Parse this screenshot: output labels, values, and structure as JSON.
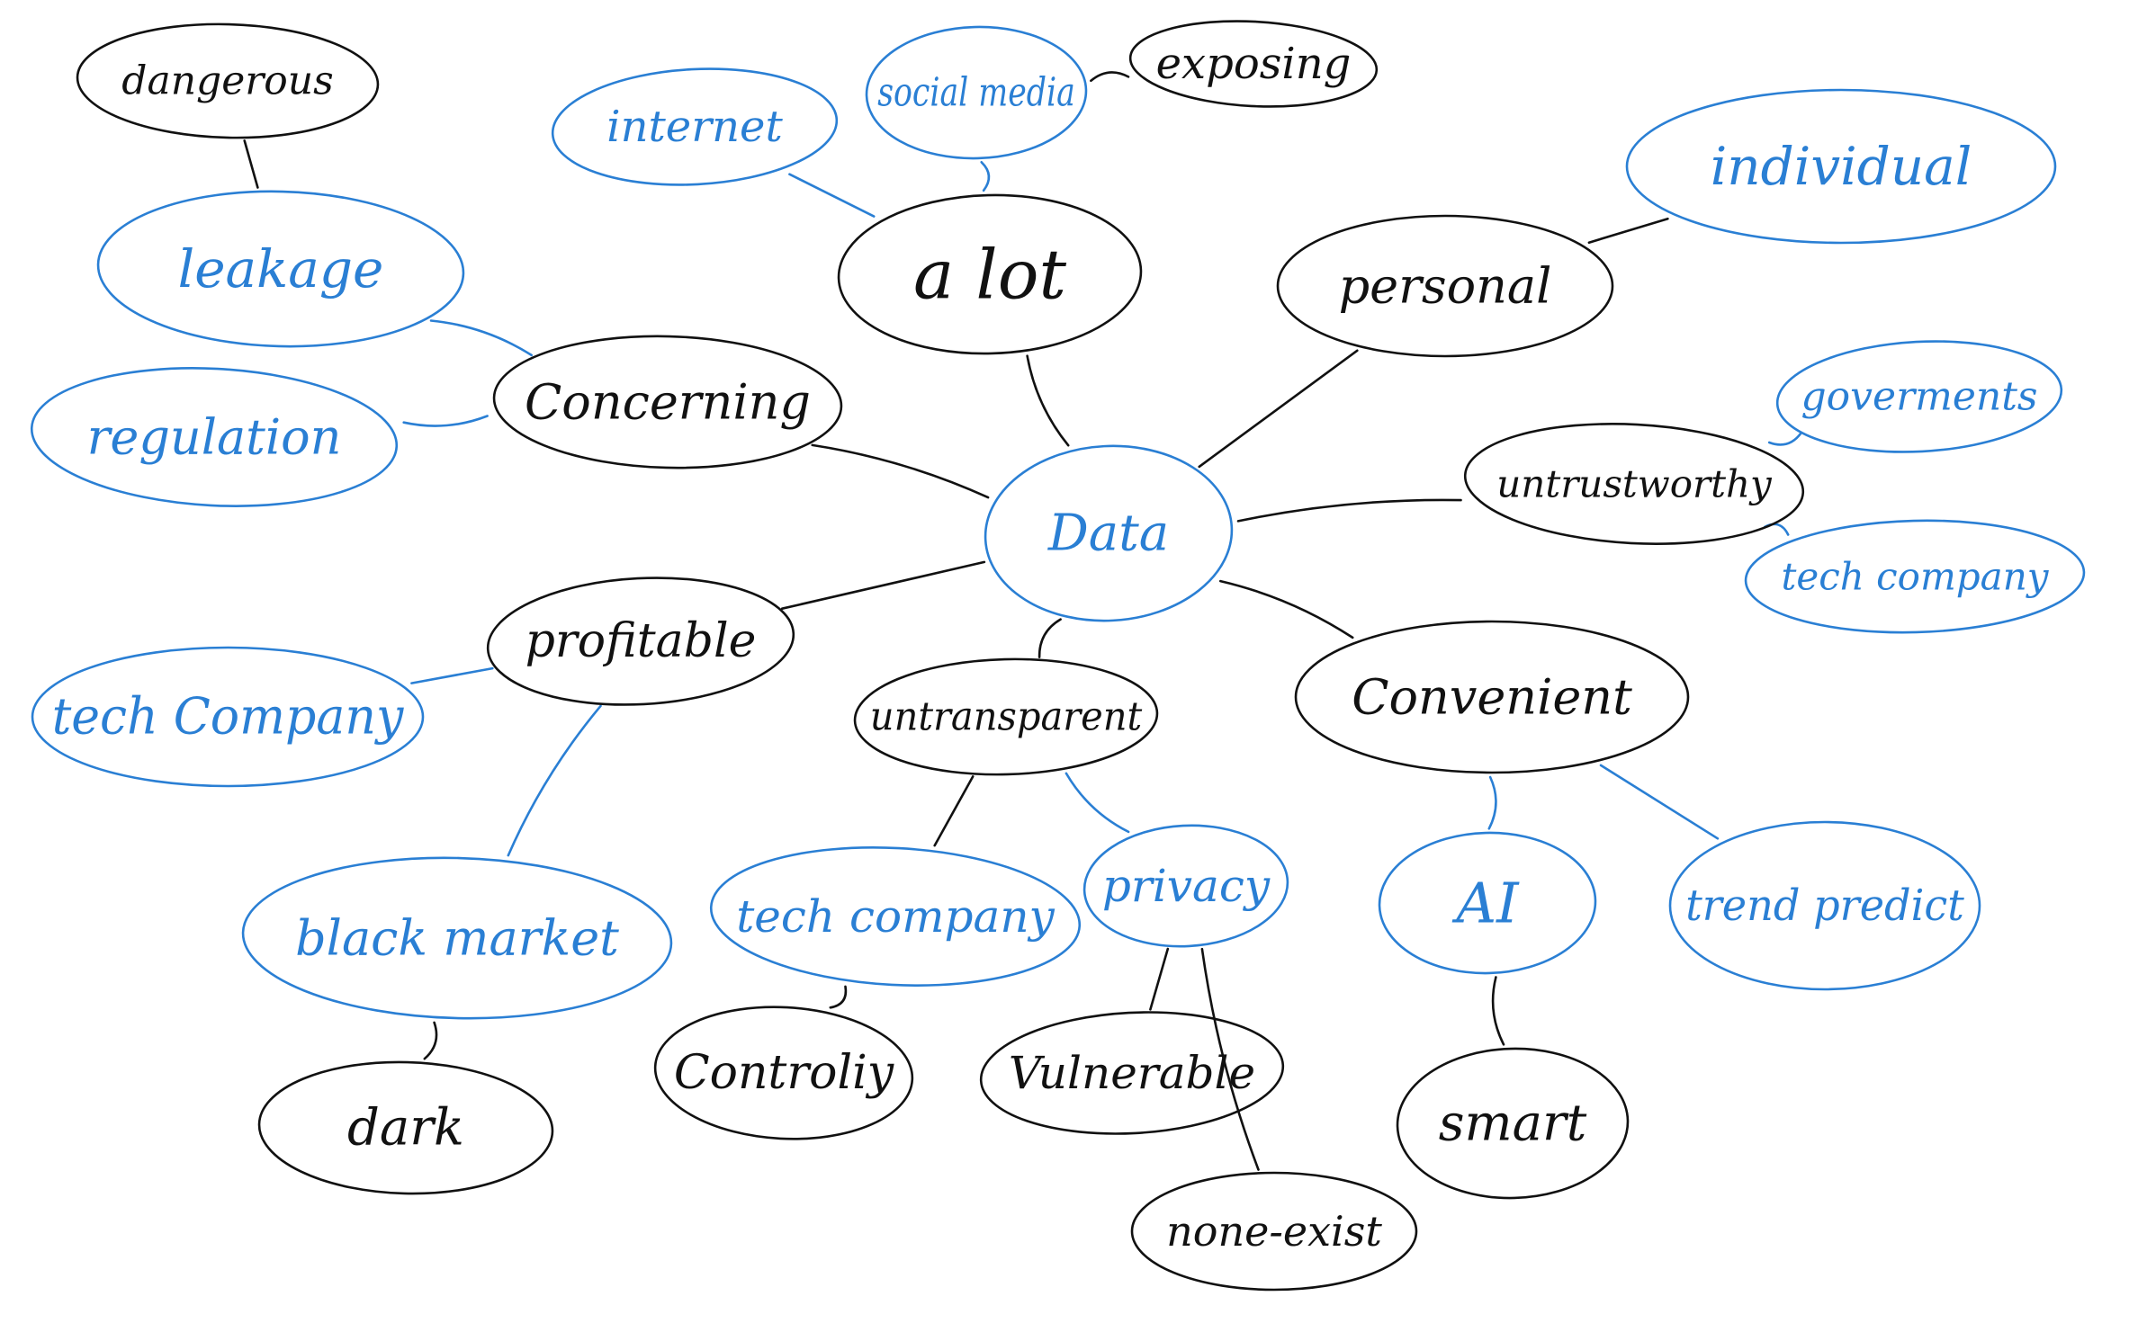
{
  "colors": {
    "black": "#111111",
    "blue": "#2a7fd4",
    "background": "#ffffff"
  },
  "nodes": [
    {
      "id": "data",
      "label": "Data",
      "color": "blue"
    },
    {
      "id": "a-lot",
      "label": "a lot",
      "color": "black"
    },
    {
      "id": "personal",
      "label": "personal",
      "color": "black"
    },
    {
      "id": "concerning",
      "label": "Concerning",
      "color": "black"
    },
    {
      "id": "untrustworthy",
      "label": "untrustworthy",
      "color": "black"
    },
    {
      "id": "profitable",
      "label": "profitable",
      "color": "black"
    },
    {
      "id": "untransparent",
      "label": "untransparent",
      "color": "black"
    },
    {
      "id": "convenient",
      "label": "Convenient",
      "color": "black"
    },
    {
      "id": "dangerous",
      "label": "dangerous",
      "color": "black"
    },
    {
      "id": "exposing",
      "label": "exposing",
      "color": "black"
    },
    {
      "id": "internet",
      "label": "internet",
      "color": "blue"
    },
    {
      "id": "social-media",
      "label": "social media",
      "color": "blue"
    },
    {
      "id": "individual",
      "label": "individual",
      "color": "blue"
    },
    {
      "id": "leakage",
      "label": "leakage",
      "color": "blue"
    },
    {
      "id": "regulation",
      "label": "regulation",
      "color": "blue"
    },
    {
      "id": "goverments",
      "label": "goverments",
      "color": "blue"
    },
    {
      "id": "tech-company-right",
      "label": "tech company",
      "color": "blue"
    },
    {
      "id": "tech-company-left",
      "label": "tech Company",
      "color": "blue"
    },
    {
      "id": "black-market",
      "label": "black market",
      "color": "blue"
    },
    {
      "id": "tech-company-center",
      "label": "tech company",
      "color": "blue"
    },
    {
      "id": "privacy",
      "label": "privacy",
      "color": "blue"
    },
    {
      "id": "ai",
      "label": "AI",
      "color": "blue"
    },
    {
      "id": "trend-predict",
      "label": "trend predict",
      "color": "blue"
    },
    {
      "id": "dark",
      "label": "dark",
      "color": "black"
    },
    {
      "id": "controliy",
      "label": "Controliy",
      "color": "black"
    },
    {
      "id": "vulnerable",
      "label": "Vulnerable",
      "color": "black"
    },
    {
      "id": "smart",
      "label": "smart",
      "color": "black"
    },
    {
      "id": "none-exist",
      "label": "none-exist",
      "color": "black"
    }
  ],
  "edges": [
    {
      "from": "data",
      "to": "a-lot",
      "color": "black"
    },
    {
      "from": "data",
      "to": "personal",
      "color": "black"
    },
    {
      "from": "data",
      "to": "concerning",
      "color": "black"
    },
    {
      "from": "data",
      "to": "untrustworthy",
      "color": "black"
    },
    {
      "from": "data",
      "to": "profitable",
      "color": "black"
    },
    {
      "from": "data",
      "to": "untransparent",
      "color": "black"
    },
    {
      "from": "data",
      "to": "convenient",
      "color": "black"
    },
    {
      "from": "a-lot",
      "to": "internet",
      "color": "blue"
    },
    {
      "from": "a-lot",
      "to": "social-media",
      "color": "blue"
    },
    {
      "from": "social-media",
      "to": "exposing",
      "color": "black"
    },
    {
      "from": "personal",
      "to": "individual",
      "color": "black"
    },
    {
      "from": "concerning",
      "to": "leakage",
      "color": "blue"
    },
    {
      "from": "concerning",
      "to": "regulation",
      "color": "blue"
    },
    {
      "from": "leakage",
      "to": "dangerous",
      "color": "black"
    },
    {
      "from": "untrustworthy",
      "to": "goverments",
      "color": "blue"
    },
    {
      "from": "untrustworthy",
      "to": "tech-company-right",
      "color": "blue"
    },
    {
      "from": "profitable",
      "to": "tech-company-left",
      "color": "blue"
    },
    {
      "from": "profitable",
      "to": "black-market",
      "color": "blue"
    },
    {
      "from": "black-market",
      "to": "dark",
      "color": "black"
    },
    {
      "from": "untransparent",
      "to": "tech-company-center",
      "color": "black"
    },
    {
      "from": "untransparent",
      "to": "privacy",
      "color": "blue"
    },
    {
      "from": "tech-company-center",
      "to": "controliy",
      "color": "black"
    },
    {
      "from": "privacy",
      "to": "vulnerable",
      "color": "black"
    },
    {
      "from": "privacy",
      "to": "none-exist",
      "color": "black"
    },
    {
      "from": "convenient",
      "to": "ai",
      "color": "blue"
    },
    {
      "from": "convenient",
      "to": "trend-predict",
      "color": "blue"
    },
    {
      "from": "ai",
      "to": "smart",
      "color": "black"
    }
  ]
}
